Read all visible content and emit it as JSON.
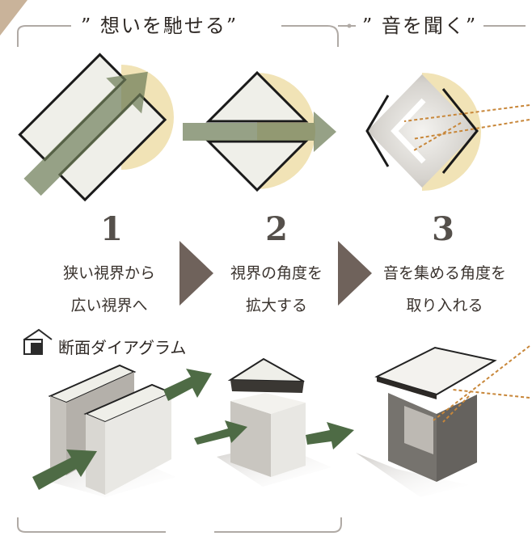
{
  "header": {
    "left_title": "” 想いを馳せる”",
    "right_title": "” 音を聞く”"
  },
  "steps": [
    {
      "number": "1",
      "line1": "狭い視界から",
      "line2": "広い視界へ"
    },
    {
      "number": "2",
      "line1": "視界の角度を",
      "line2": "拡大する"
    },
    {
      "number": "3",
      "line1": "音を集める角度を",
      "line2": "取り入れる"
    }
  ],
  "section": {
    "title": "断面ダイアグラム",
    "icon": "house-section-icon"
  },
  "colors": {
    "arrow_green": "#4e6b45",
    "field_yellow": "#f1e3b6",
    "wall_fill": "#efefe9",
    "sound_orange": "#c8873a",
    "chevron_brown": "#6f625b",
    "bracket_gray": "#b0aaa5"
  }
}
